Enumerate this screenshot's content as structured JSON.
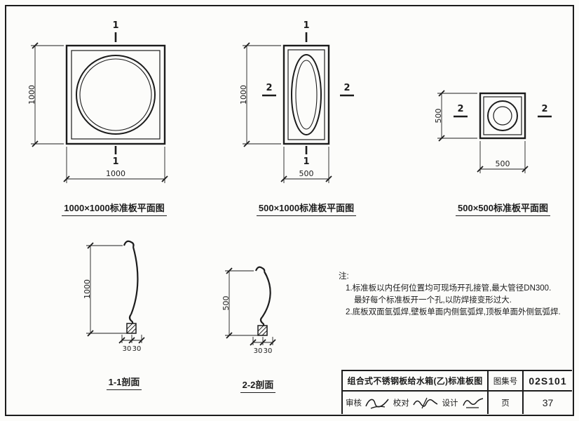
{
  "page": {
    "background": "#fcfcfa",
    "line_color": "#1c1c1c"
  },
  "plans": [
    {
      "label": "1000×1000标准板平面图",
      "dim_left": "1000",
      "dim_bottom": "1000",
      "mark_top": "1",
      "mark_bottom": "1"
    },
    {
      "label": "500×1000标准板平面图",
      "dim_left": "1000",
      "dim_bottom": "500",
      "mark_top": "1",
      "mark_bottom": "1",
      "mark_left": "2",
      "mark_right": "2"
    },
    {
      "label": "500×500标准板平面图",
      "dim_left": "500",
      "dim_bottom": "500",
      "mark_left": "2",
      "mark_right": "2"
    }
  ],
  "sections": [
    {
      "label": "1-1剖面",
      "dim_left": "1000",
      "dims": [
        "30",
        "30"
      ]
    },
    {
      "label": "2-2剖面",
      "dim_left": "500",
      "dims": [
        "30",
        "30"
      ]
    }
  ],
  "notes": {
    "title": "注:",
    "items": [
      "1.标准板以内任何位置均可现场开孔接管,最大管径DN300.",
      "最好每个标准板开一个孔,以防焊接变形过大.",
      "2.底板双面氩弧焊,壁板单面内侧氩弧焊,顶板单面外侧氩弧焊."
    ]
  },
  "title_block": {
    "title": "组合式不锈钢板给水箱(乙)标准板图",
    "atlas_label": "图集号",
    "atlas_no": "02S101",
    "review_label": "审核",
    "check_label": "校对",
    "design_label": "设计",
    "page_label": "页",
    "page_no": "37"
  }
}
